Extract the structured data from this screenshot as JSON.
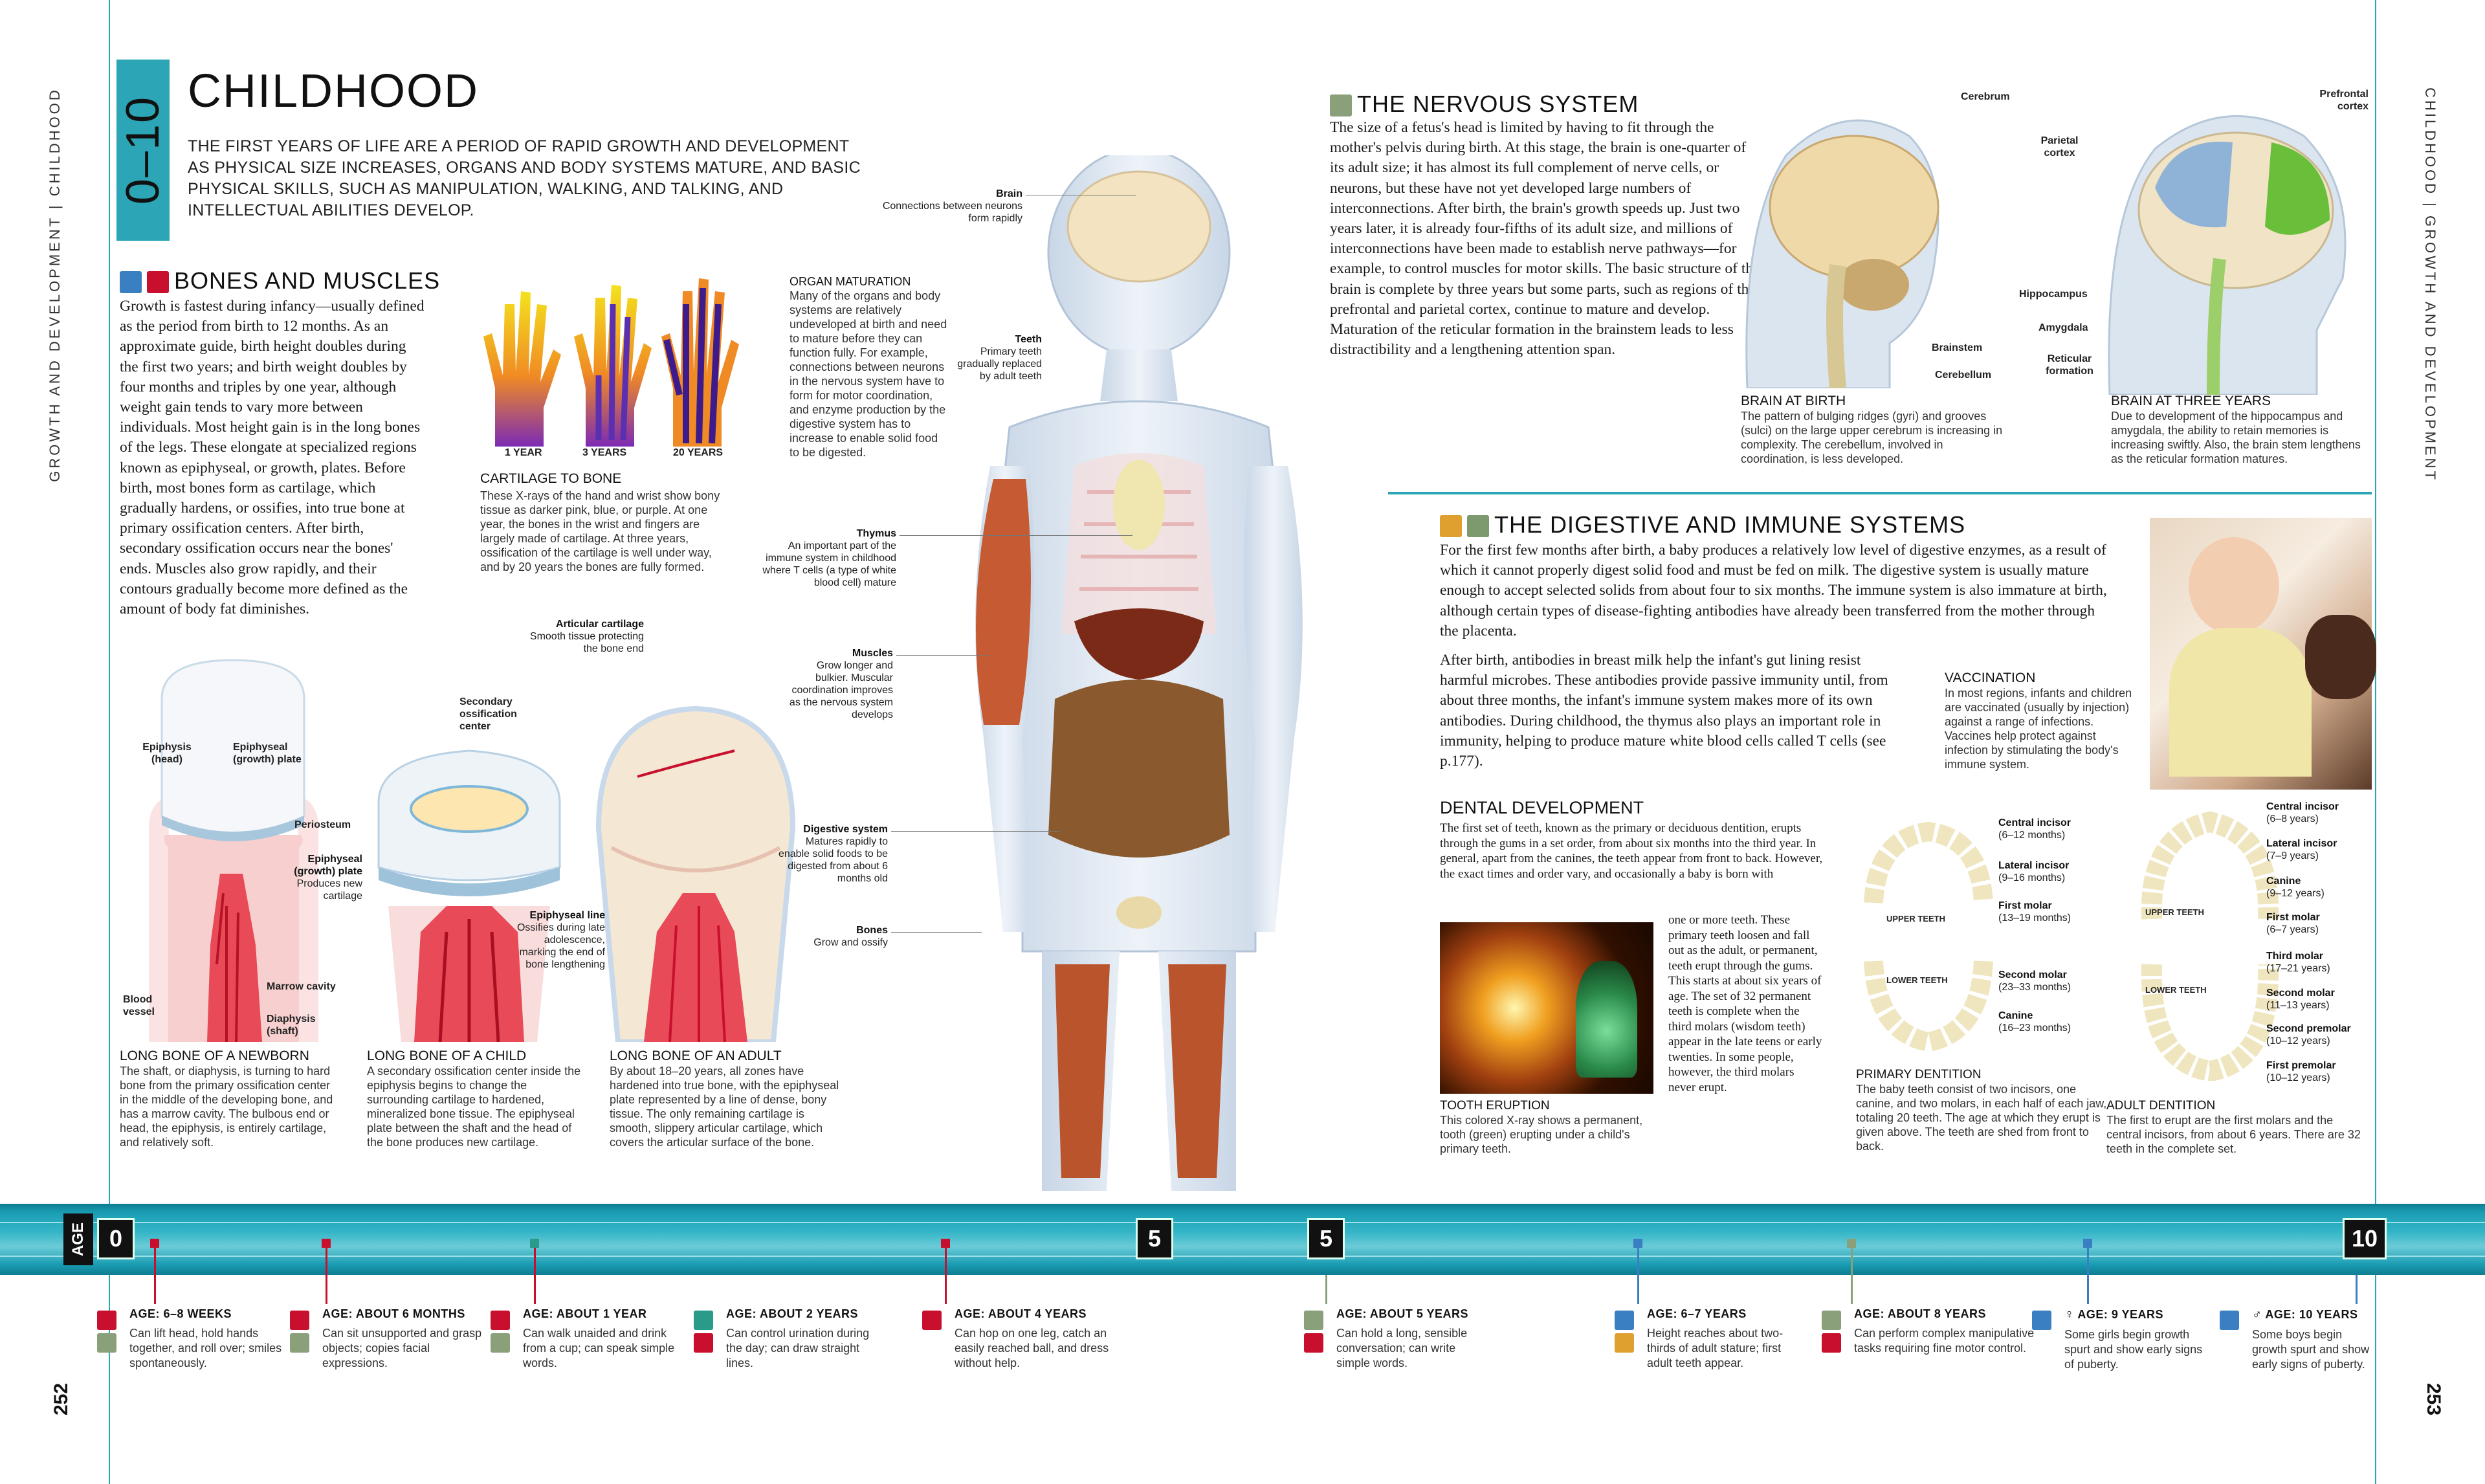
{
  "gutter": {
    "left_running_head": "GROWTH AND DEVELOPMENT | CHILDHOOD",
    "right_running_head": "CHILDHOOD | GROWTH AND DEVELOPMENT",
    "left_page": "252",
    "right_page": "253"
  },
  "chapter": {
    "age_range": "0–10",
    "title": "CHILDHOOD",
    "intro": "THE FIRST YEARS OF LIFE ARE A PERIOD OF RAPID GROWTH AND DEVELOPMENT AS PHYSICAL SIZE INCREASES, ORGANS AND BODY SYSTEMS MATURE, AND BASIC PHYSICAL SKILLS, SUCH AS MANIPULATION, WALKING, AND TALKING, AND INTELLECTUAL ABILITIES DEVELOP."
  },
  "bones": {
    "heading": "BONES AND MUSCLES",
    "body": "Growth is fastest during infancy—usually defined as the period from birth to 12 months. As an approximate guide, birth height doubles during the first two years; and birth weight doubles by four months and triples by one year, although weight gain tends to vary more between individuals. Most height gain is in the long bones of the legs. These elongate at specialized regions known as epiphyseal, or growth, plates. Before birth, most bones form as cartilage, which gradually hardens, or ossifies, into true bone at primary ossification centers. After birth, secondary ossification occurs near the bones' ends. Muscles also grow rapidly, and their contours gradually become more defined as the amount of body fat diminishes.",
    "xray_labels": [
      "1 YEAR",
      "3 YEARS",
      "20 YEARS"
    ],
    "cartilage_title": "CARTILAGE TO BONE",
    "cartilage_text": "These X-rays of the hand and wrist show bony tissue as darker pink, blue, or purple. At one year, the bones in the wrist and fingers are largely made of cartilage. At three years, ossification of the cartilage is well under way, and by 20 years the bones are fully formed.",
    "newborn_labels": {
      "epiphysis": "Epiphysis (head)",
      "epiphyseal_plate": "Epiphyseal (growth) plate",
      "blood_vessel": "Blood vessel",
      "marrow": "Marrow cavity",
      "diaphysis": "Diaphysis (shaft)"
    },
    "child_labels": {
      "secondary": "Secondary ossification center",
      "periosteum": "Periosteum",
      "plate_title": "Epiphyseal (growth) plate",
      "plate_text": "Produces new cartilage"
    },
    "adult_labels": {
      "articular_title": "Articular cartilage",
      "articular_text": "Smooth tissue protecting the bone end",
      "line_title": "Epiphyseal line",
      "line_text": "Ossifies during late adolescence, marking the end of bone lengthening"
    },
    "captions": [
      {
        "title": "LONG BONE OF A NEWBORN",
        "text": "The shaft, or diaphysis, is turning to hard bone from the primary ossification center in the middle of the developing bone, and has a marrow cavity. The bulbous end or head, the epiphysis, is entirely cartilage, and relatively soft."
      },
      {
        "title": "LONG BONE OF A CHILD",
        "text": "A secondary ossification center inside the epiphysis begins to change the surrounding cartilage to hardened, mineralized bone tissue. The epiphyseal plate between the shaft and the head of the bone produces new cartilage."
      },
      {
        "title": "LONG BONE OF AN ADULT",
        "text": "By about 18–20 years, all zones have hardened into true bone, with the epiphyseal plate represented by a line of dense, bony tissue. The only remaining cartilage is smooth, slippery articular cartilage, which covers the articular surface of the bone."
      }
    ]
  },
  "body_figure": {
    "organ_maturation_title": "ORGAN MATURATION",
    "organ_maturation_text": "Many of the organs and body systems are relatively undeveloped at birth and need to mature before they can function fully. For example, connections between neurons in the nervous system have to form for motor coordination, and enzyme production by the digestive system has to increase to enable solid food to be digested.",
    "labels": [
      {
        "title": "Brain",
        "text": "Connections between neurons form rapidly"
      },
      {
        "title": "Teeth",
        "text": "Primary teeth gradually replaced by adult teeth"
      },
      {
        "title": "Thymus",
        "text": "An important part of the immune system in childhood where T cells (a type of white blood cell) mature"
      },
      {
        "title": "Muscles",
        "text": "Grow longer and bulkier. Muscular coordination improves as the nervous system develops"
      },
      {
        "title": "Digestive system",
        "text": "Matures rapidly to enable solid foods to be digested from about 6 months old"
      },
      {
        "title": "Bones",
        "text": "Grow and ossify"
      }
    ]
  },
  "nervous": {
    "heading": "THE NERVOUS SYSTEM",
    "body": "The size of a fetus's head is limited by having to fit through the mother's pelvis during birth. At this stage, the brain is one-quarter of its adult size; it has almost its full complement of nerve cells, or neurons, but these have not yet developed large numbers of interconnections. After birth, the brain's growth speeds up. Just two years later, it is already four-fifths of its adult size, and millions of interconnections have been made to establish nerve pathways—for example, to control muscles for motor skills. The basic structure of the brain is complete by three years but some parts, such as regions of the prefrontal and parietal cortex, continue to mature and develop. Maturation of the reticular formation in the brainstem leads to less distractibility and a lengthening attention span.",
    "birth_labels": [
      "Cerebrum",
      "Brainstem",
      "Cerebellum"
    ],
    "three_labels": [
      "Prefrontal cortex",
      "Parietal cortex",
      "Hippocampus",
      "Amygdala",
      "Reticular formation"
    ],
    "birth_title": "BRAIN AT BIRTH",
    "birth_text": "The pattern of bulging ridges (gyri) and grooves (sulci) on the large upper cerebrum is increasing in complexity. The cerebellum, involved in coordination, is less developed.",
    "three_title": "BRAIN AT THREE YEARS",
    "three_text": "Due to development of the hippocampus and amygdala, the ability to retain memories is increasing swiftly. Also, the brain stem lengthens as the reticular formation matures."
  },
  "digestive": {
    "heading": "THE DIGESTIVE AND IMMUNE SYSTEMS",
    "body_wide": "For the first few months after birth, a baby produces a relatively low level of digestive enzymes, as a result of which it cannot properly digest solid food and must be fed on milk. The digestive system is usually mature enough to accept selected solids from about four to six months. The immune system is also immature at birth, although certain types of disease-fighting antibodies have already been transferred from the mother through the placenta.",
    "body_narrow": "After birth, antibodies in breast milk help the infant's gut lining resist harmful microbes. These antibodies provide passive immunity until, from about three months, the infant's immune system makes more of its own antibodies. During childhood, the thymus also plays an important role in immunity, helping to produce mature white blood cells called T cells (see p.177).",
    "vacc_title": "VACCINATION",
    "vacc_text": "In most regions, infants and children are vaccinated (usually by injection) against a range of infections. Vaccines help protect against infection by stimulating the body's immune system."
  },
  "dental": {
    "heading": "DENTAL DEVELOPMENT",
    "body_top": "The first set of teeth, known as the primary or deciduous dentition, erupts through the gums in a set order, from about six months into the third year. In general, apart from the canines, the teeth appear from front to back. However, the exact times and order vary, and occasionally a baby is born with",
    "body_side": "one or more teeth. These primary teeth loosen and fall out as the adult, or permanent, teeth erupt through the gums. This starts at about six years of age. The set of 32 permanent teeth is complete when the third molars (wisdom teeth) appear in the late teens or early twenties. In some people, however, the third molars never erupt.",
    "eruption_title": "TOOTH ERUPTION",
    "eruption_text": "This colored X-ray shows a permanent, tooth (green) erupting under a child's primary teeth.",
    "primary_jaw_labels": {
      "upper": "UPPER TEETH",
      "lower": "LOWER TEETH"
    },
    "primary_teeth": [
      {
        "name": "Central incisor",
        "age": "(6–12 months)"
      },
      {
        "name": "Lateral incisor",
        "age": "(9–16 months)"
      },
      {
        "name": "First molar",
        "age": "(13–19 months)"
      },
      {
        "name": "Second molar",
        "age": "(23–33 months)"
      },
      {
        "name": "Canine",
        "age": "(16–23 months)"
      }
    ],
    "primary_title": "PRIMARY DENTITION",
    "primary_text": "The baby teeth consist of two incisors, one canine, and two molars, in each half of each jaw, totaling 20 teeth. The age at which they erupt is given above. The teeth are shed from front to back.",
    "adult_jaw_labels": {
      "upper": "UPPER TEETH",
      "lower": "LOWER TEETH"
    },
    "adult_teeth": [
      {
        "name": "Central incisor",
        "age": "(6–8 years)"
      },
      {
        "name": "Lateral incisor",
        "age": "(7–9 years)"
      },
      {
        "name": "Canine",
        "age": "(9–12 years)"
      },
      {
        "name": "First molar",
        "age": "(6–7 years)"
      },
      {
        "name": "Third molar",
        "age": "(17–21 years)"
      },
      {
        "name": "Second molar",
        "age": "(11–13 years)"
      },
      {
        "name": "Second premolar",
        "age": "(10–12 years)"
      },
      {
        "name": "First premolar",
        "age": "(10–12 years)"
      }
    ],
    "adult_title": "ADULT DENTITION",
    "adult_text": "The first to erupt are the first molars and the central incisors, from about 6 years. There are 32 teeth in the complete set."
  },
  "timeline": {
    "age_label": "AGE",
    "markers": [
      "0",
      "5",
      "5",
      "10"
    ],
    "events": [
      {
        "title": "AGE: 6–8 WEEKS",
        "text": "Can lift head, hold hands together, and roll over; smiles spontaneously."
      },
      {
        "title": "AGE: ABOUT 6 MONTHS",
        "text": "Can sit unsupported and grasp objects; copies facial expressions."
      },
      {
        "title": "AGE: ABOUT 1 YEAR",
        "text": "Can walk unaided and drink from a cup; can speak simple words."
      },
      {
        "title": "AGE: ABOUT 2 YEARS",
        "text": "Can control urination during the day; can draw straight lines."
      },
      {
        "title": "AGE: ABOUT 4 YEARS",
        "text": "Can hop on one leg, catch an easily reached ball, and dress without help."
      },
      {
        "title": "AGE: ABOUT 5 YEARS",
        "text": "Can hold a long, sensible conversation; can write simple words."
      },
      {
        "title": "AGE: 6–7 YEARS",
        "text": "Height reaches about two-thirds of adult stature; first adult teeth appear."
      },
      {
        "title": "AGE: ABOUT 8 YEARS",
        "text": "Can perform complex manipulative tasks requiring fine motor control."
      },
      {
        "title": "AGE: 9 YEARS",
        "text": "Some girls begin growth spurt and show early signs of puberty."
      },
      {
        "title": "AGE: 10 YEARS",
        "text": "Some boys begin growth spurt and show early signs of puberty."
      }
    ]
  },
  "colors": {
    "teal": "#2ca6b6",
    "red": "#c8102e",
    "green": "#8aa07a",
    "blue": "#3a7fc1",
    "orange": "#e0a030",
    "timeline": "#1a9db3"
  }
}
